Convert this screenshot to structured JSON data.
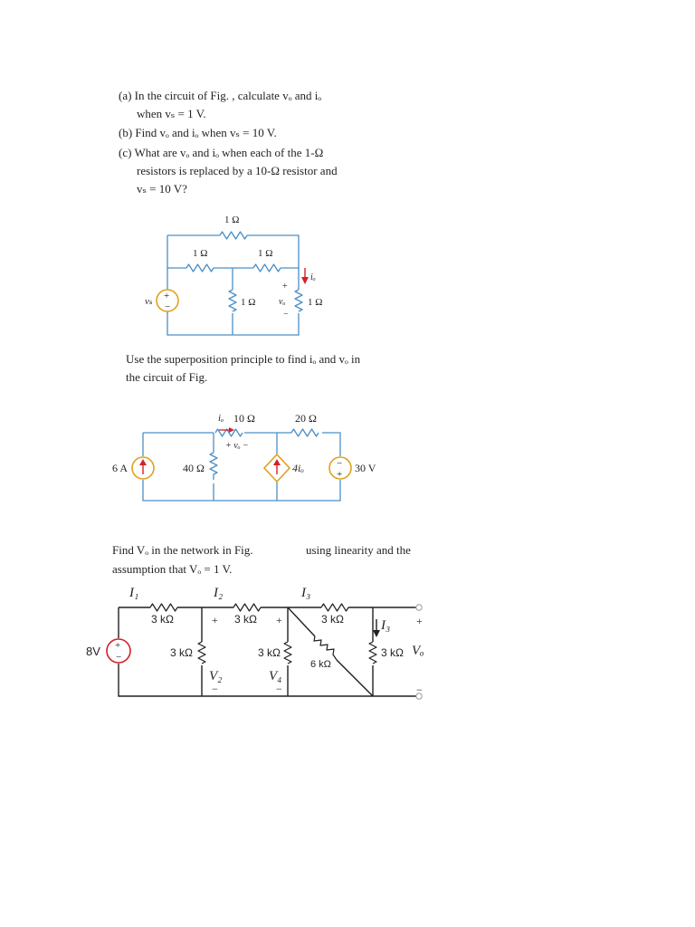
{
  "problem1": {
    "line_a1": "(a) In the circuit of Fig.        , calculate vₒ and iₒ",
    "line_a2": "when vₛ = 1 V.",
    "line_b": "(b) Find vₒ and iₒ when vₛ = 10 V.",
    "line_c1": "(c) What are vₒ and iₒ when each of the 1-Ω",
    "line_c2": "resistors is replaced by a 10-Ω resistor and",
    "line_c3": "vₛ = 10 V?",
    "circuit": {
      "r_top": "1 Ω",
      "r_left": "1 Ω",
      "r_right": "1 Ω",
      "r_mid": "1 Ω",
      "r_out": "1 Ω",
      "src": "vₛ",
      "vo": "vₒ",
      "io": "iₒ",
      "plus": "+",
      "minus": "−"
    }
  },
  "problem2": {
    "line1": "Use the superposition principle to find iₒ and vₒ in",
    "line2": "the circuit of Fig.",
    "circuit": {
      "isrc": "6 A",
      "r40": "40 Ω",
      "r10": "10 Ω",
      "r20": "20 Ω",
      "io": "iₒ",
      "vo": "+  vₒ  −",
      "dep": "4iₒ",
      "vsrc": "30 V"
    }
  },
  "problem3": {
    "line1_a": "Find Vₒ in the network in Fig.",
    "line1_b": "using linearity and the",
    "line2": "assumption that  Vₒ = 1 V.",
    "circuit": {
      "src": "8V",
      "I1": "I₁",
      "I2": "I₂",
      "I3": "I₃",
      "I3b": "I₃",
      "r1": "3 kΩ",
      "r2": "3 kΩ",
      "r3": "3 kΩ",
      "r_sh1": "3 kΩ",
      "r_sh2": "3 kΩ",
      "r_sh3": "3 kΩ",
      "r_diag": "6 kΩ",
      "V2": "V₂",
      "V4": "V₄",
      "Vo": "Vₒ",
      "plus": "+",
      "minus": "−"
    }
  }
}
